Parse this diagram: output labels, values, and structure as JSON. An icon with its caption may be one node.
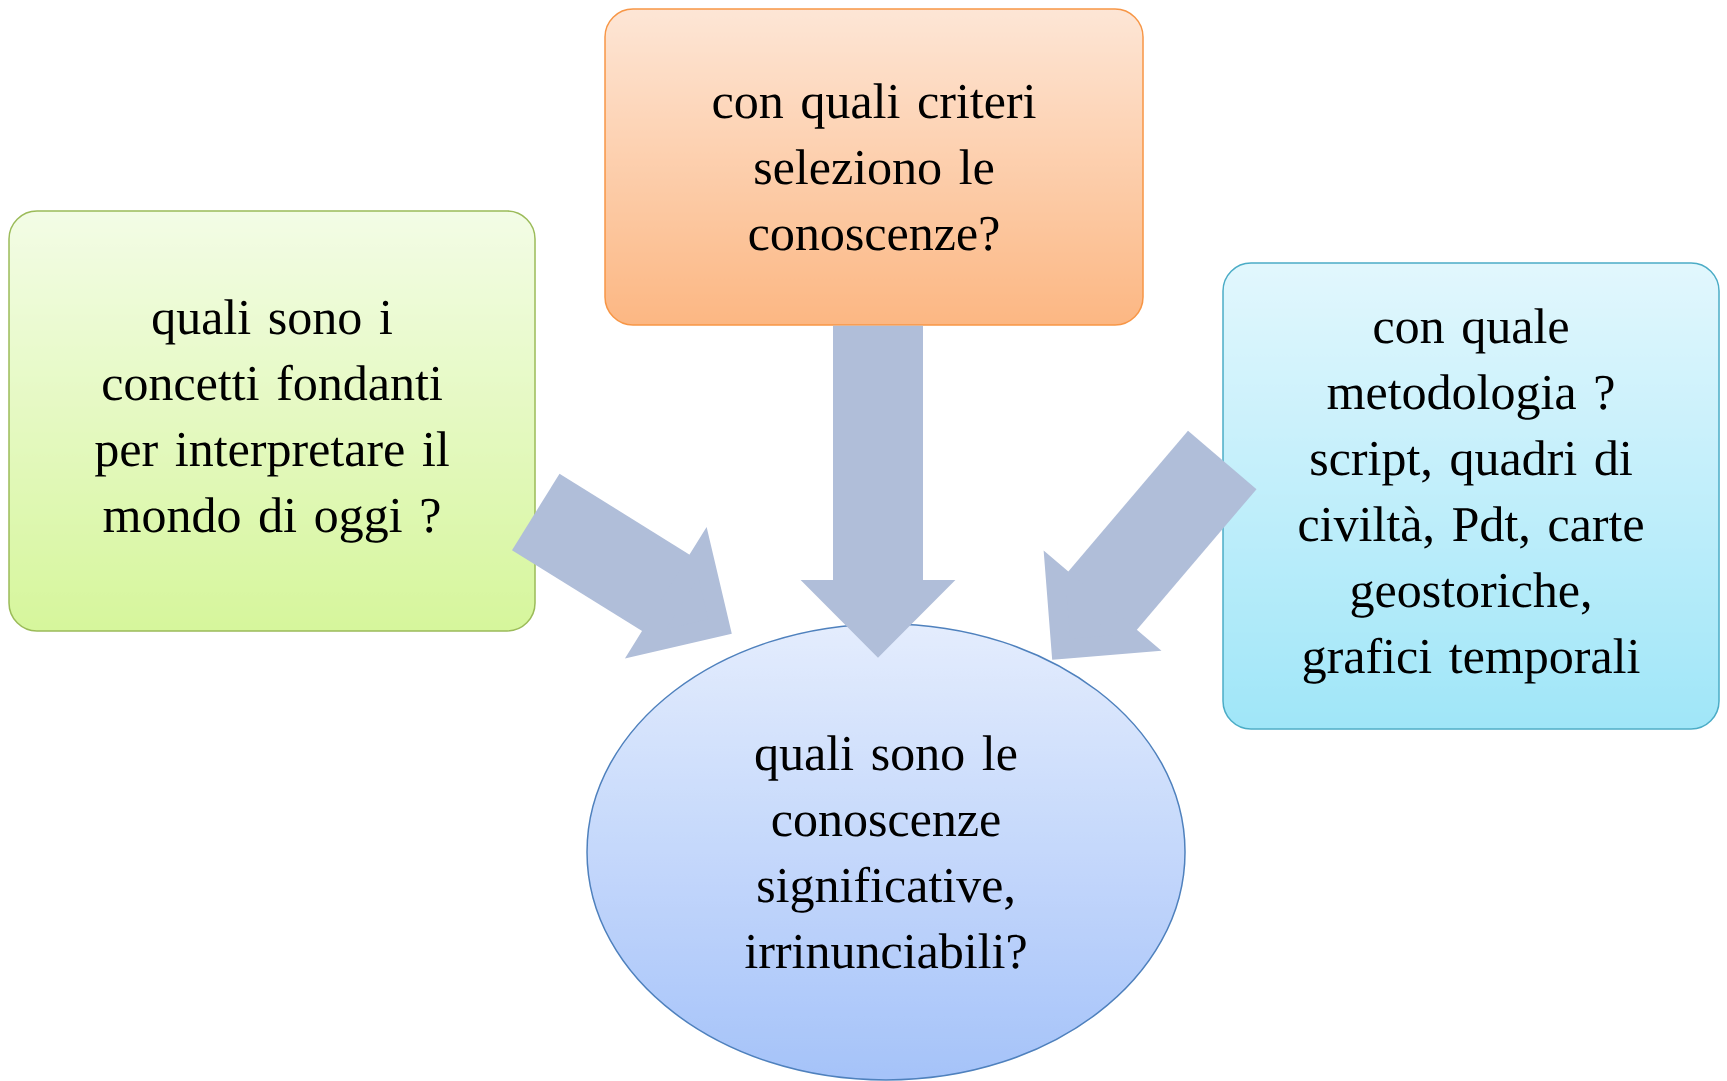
{
  "diagram": {
    "nodes": [
      {
        "text": [
          "con quali criteri seleziono le conoscenze?"
        ]
      },
      {
        "text": [
          "quali sono i concetti fondanti per interpretare il mondo di oggi ?"
        ]
      },
      {
        "text": [
          "con quale metodologia ?",
          "script, quadri di civiltà, Pdt, carte geostoriche, grafici temporali"
        ]
      },
      {
        "text": [
          "quali sono le conoscenze significative, irrinunciabili?"
        ]
      }
    ],
    "edges": [
      {
        "from": 1,
        "to": 3,
        "arrow": "to"
      },
      {
        "from": 0,
        "to": 3,
        "arrow": "to"
      },
      {
        "from": 2,
        "to": 3,
        "arrow": "to"
      }
    ]
  }
}
